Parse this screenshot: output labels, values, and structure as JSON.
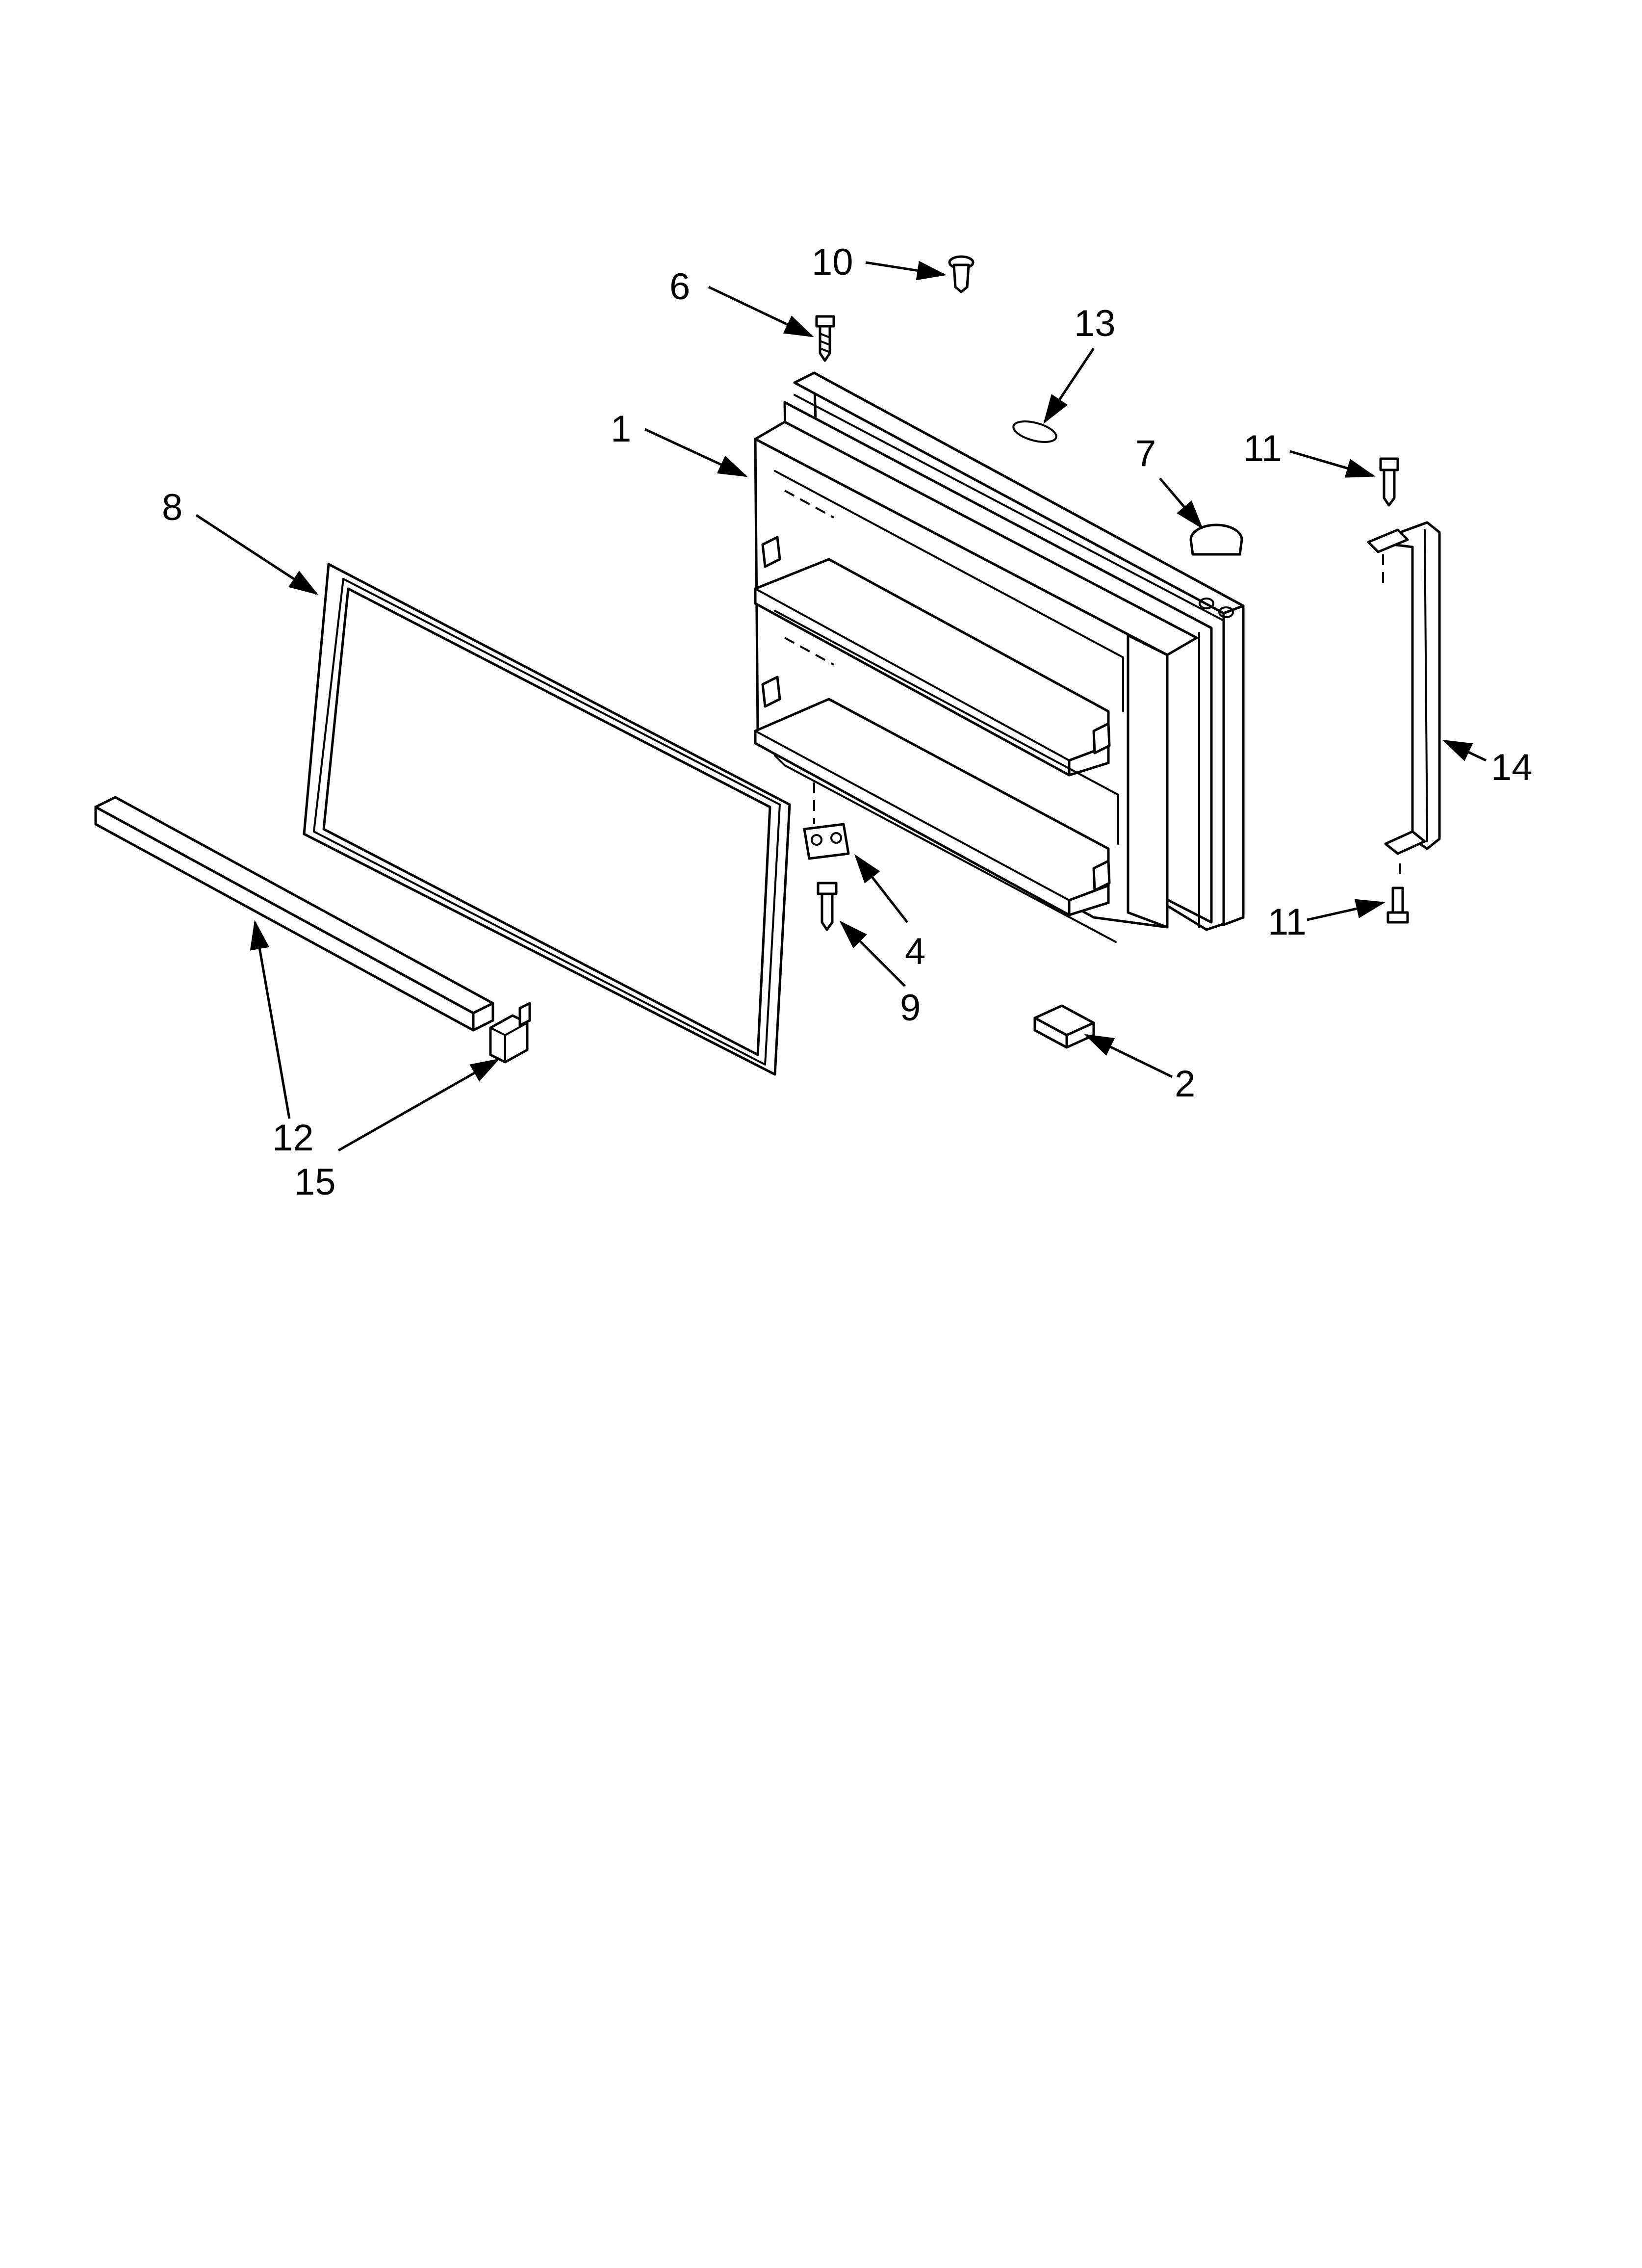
{
  "callouts": {
    "c1": "1",
    "c2": "2",
    "c4": "4",
    "c6": "6",
    "c7": "7",
    "c8": "8",
    "c9": "9",
    "c10": "10",
    "c11a": "11",
    "c11b": "11",
    "c12": "12",
    "c13": "13",
    "c14": "14",
    "c15": "15"
  }
}
